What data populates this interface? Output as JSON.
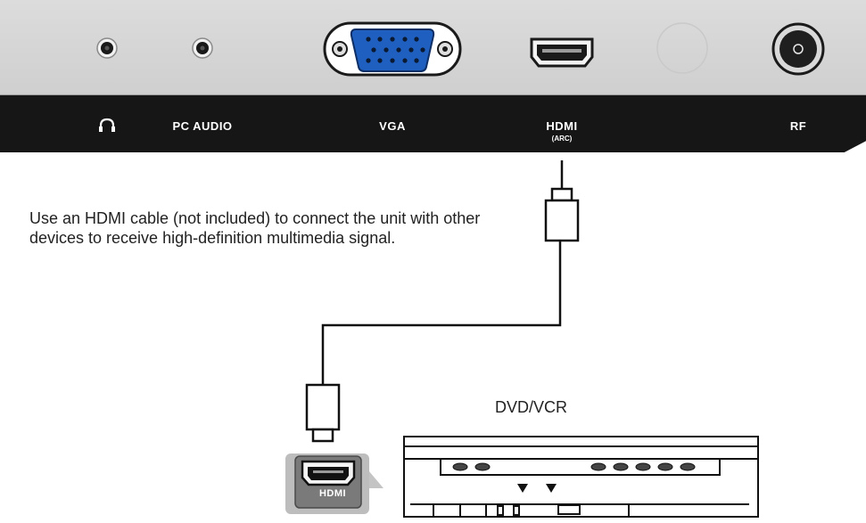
{
  "panel": {
    "labels": {
      "headphone_icon": "headphone-icon",
      "pc_audio": "PC AUDIO",
      "vga": "VGA",
      "hdmi": "HDMI",
      "hdmi_sub": "(ARC)",
      "rf": "RF"
    }
  },
  "instruction": {
    "text": "Use an HDMI cable (not included) to connect the unit with other devices to receive high-definition multimedia signal."
  },
  "device": {
    "label": "DVD/VCR",
    "port_label": "HDMI"
  },
  "colors": {
    "panel": "#d6d6d6",
    "strip": "#161616",
    "vga_blue": "#1f5fbf",
    "line": "#111111"
  }
}
